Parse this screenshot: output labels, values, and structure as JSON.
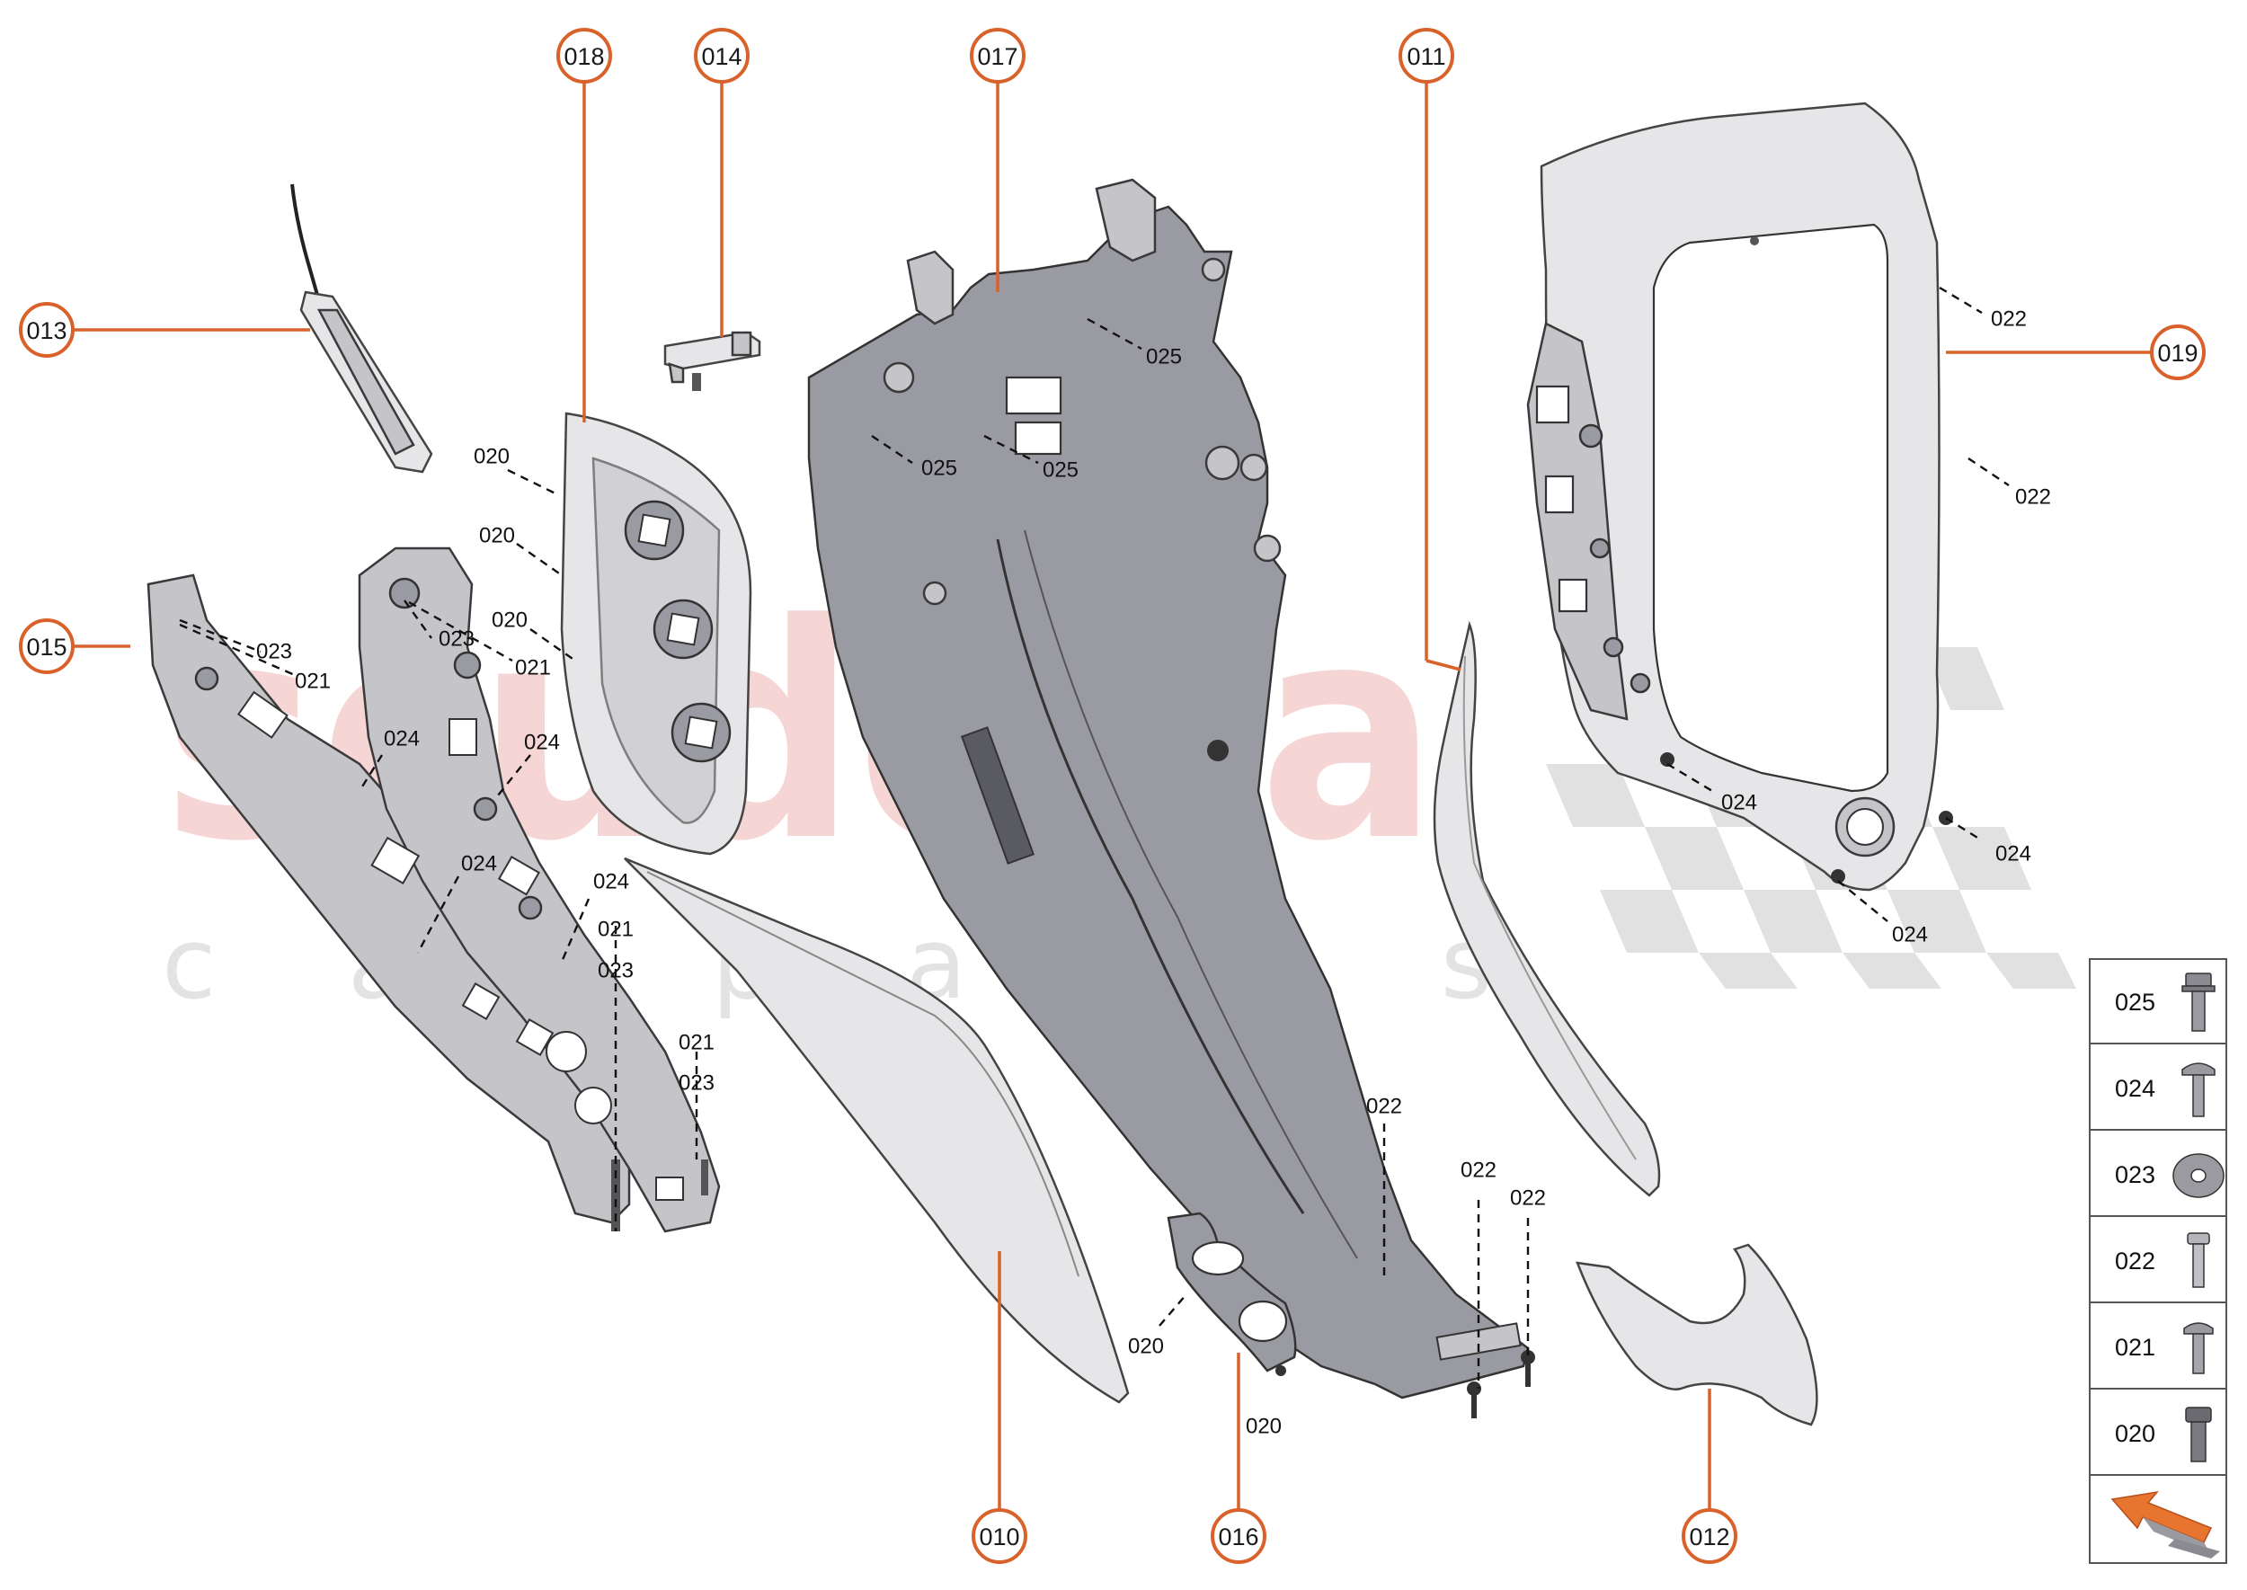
{
  "callouts": {
    "c010": "010",
    "c011": "011",
    "c012": "012",
    "c013": "013",
    "c014": "014",
    "c015": "015",
    "c016": "016",
    "c017": "017",
    "c018": "018",
    "c019": "019"
  },
  "refs": {
    "r025a": "025",
    "r025b": "025",
    "r025c": "025",
    "r022a": "022",
    "r022b": "022",
    "r022c": "022",
    "r022d": "022",
    "r022e": "022",
    "r024a": "024",
    "r024b": "024",
    "r024c": "024",
    "r024d": "024",
    "r024e": "024",
    "r024f": "024",
    "r024g": "024",
    "r020a": "020",
    "r020b": "020",
    "r020c": "020",
    "r020d": "020",
    "r020e": "020",
    "r023a": "023",
    "r023b": "023",
    "r023c": "023",
    "r023d": "023",
    "r021a": "021",
    "r021b": "021",
    "r021c": "021",
    "r021d": "021"
  },
  "watermark": {
    "main": "scuderia",
    "sub": "c a r p a r t s"
  },
  "legend": {
    "items": [
      "025",
      "024",
      "023",
      "022",
      "021",
      "020"
    ],
    "arrow_icon": "orange-direction-arrow"
  },
  "colors": {
    "accent": "#d9622b",
    "watermark_red": "#f3c7c7"
  }
}
